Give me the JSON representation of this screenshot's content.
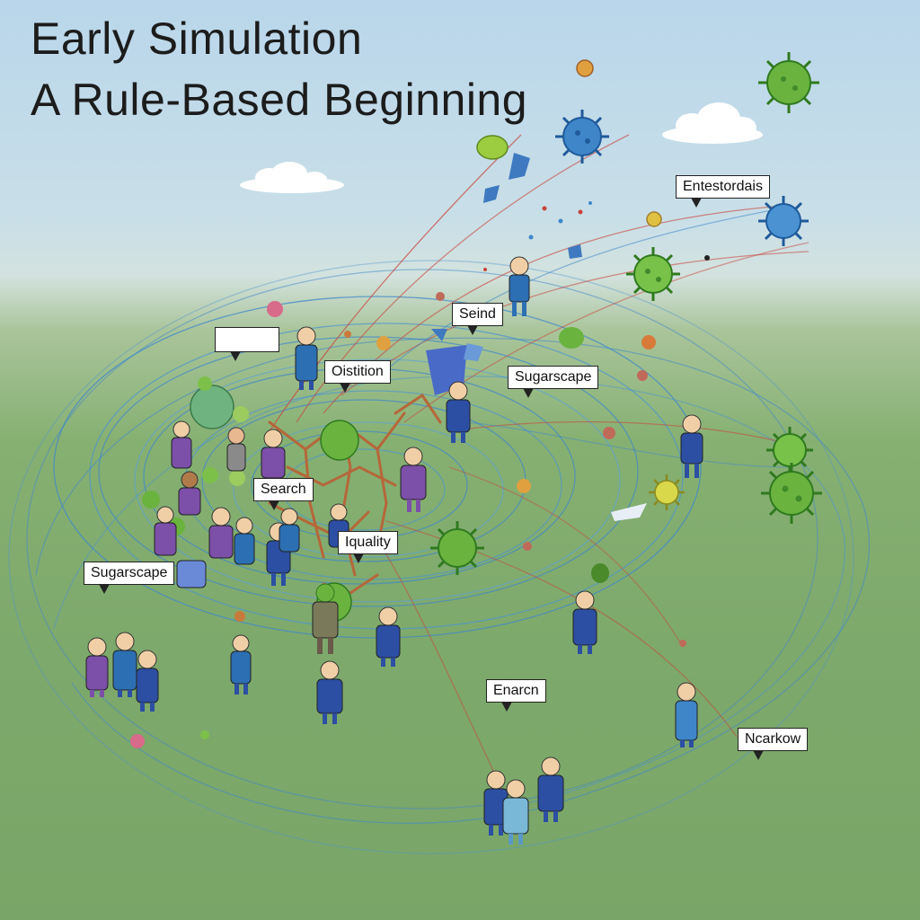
{
  "title": {
    "line1": "Early Simulation",
    "line2": "A Rule-Based Beginning"
  },
  "labels": {
    "empty": "",
    "oistition": "Oistition",
    "seind": "Seind",
    "entestordais": "Entestordais",
    "sugarscape_right": "Sugarscape",
    "search": "Search",
    "iquality": "Iquality",
    "sugarscape_left": "Sugarscape",
    "enarcn": "Enarcn",
    "ncarkow": "Ncarkow"
  },
  "colors": {
    "sky": "#c9dfe8",
    "grass": "#7ea96c",
    "trail_blue": "#3f88c9",
    "trail_red": "#c8443a",
    "agent_blue": "#2c4fa3",
    "agent_purple": "#7c4fa8",
    "virus_green": "#6ab33f",
    "virus_blue": "#3f86c9"
  }
}
